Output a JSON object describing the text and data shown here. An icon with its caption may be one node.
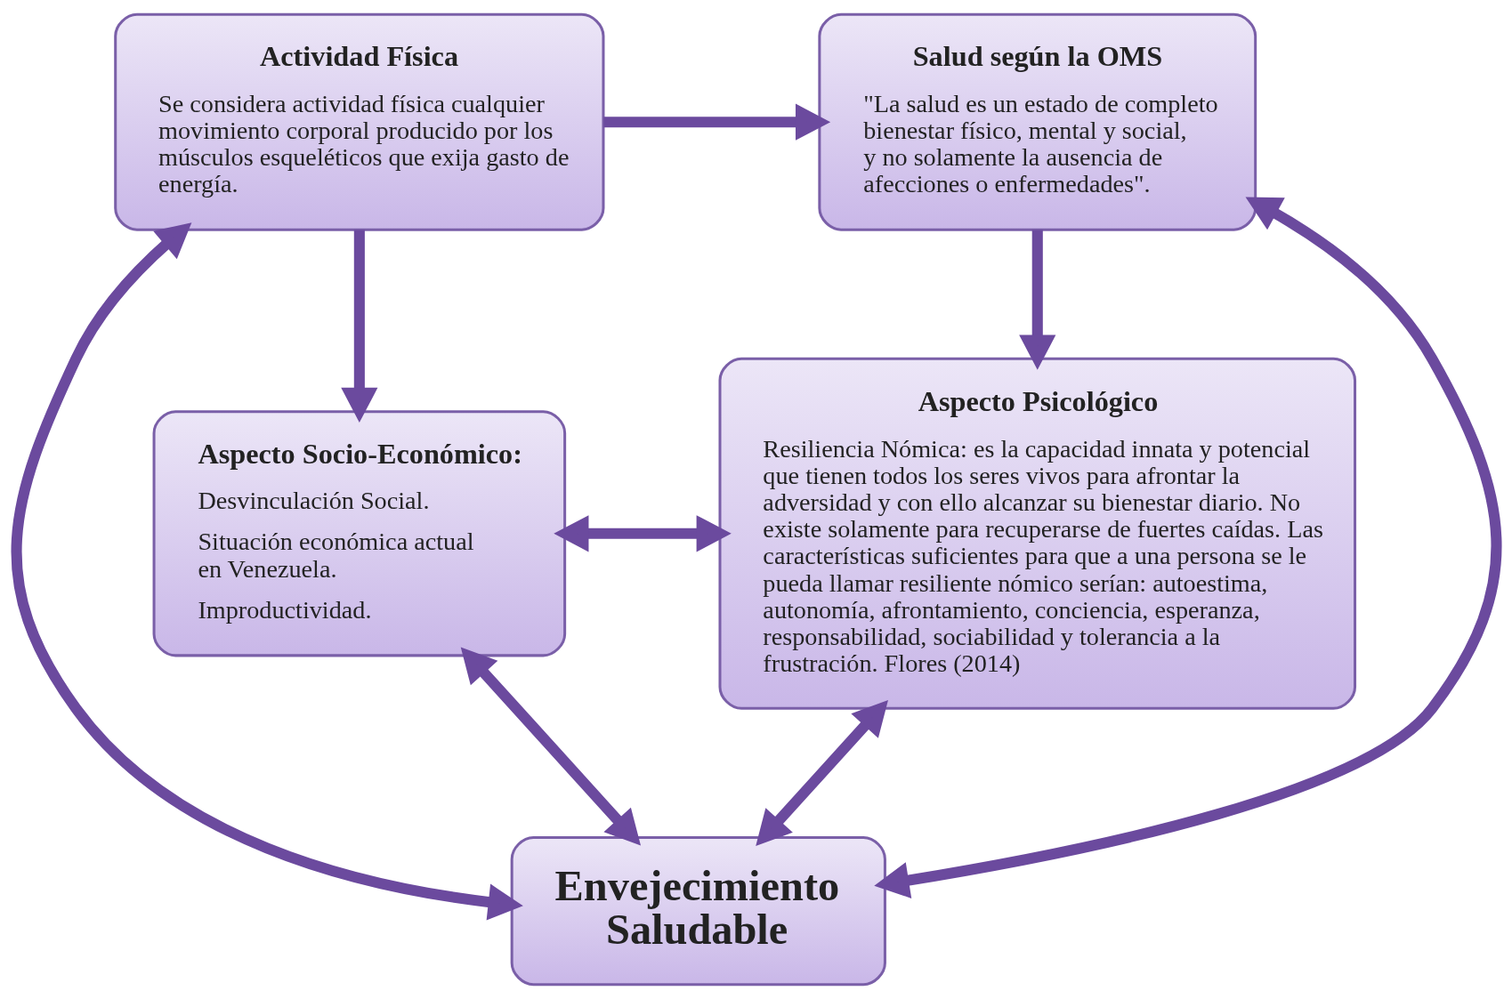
{
  "diagram": {
    "nodes": [
      {
        "text": [
          "Actividad Física",
          "Se considera actividad física cualquier movimiento corporal producido por los músculos esqueléticos que exija gasto de energía."
        ]
      },
      {
        "text": [
          "Salud según la OMS",
          "\"La salud es un estado de completo bienestar físico, mental y social, y no solamente la ausencia de afecciones o enfermedades\"."
        ]
      },
      {
        "text": [
          "Envejecimiento Saludable"
        ]
      },
      {
        "text": [
          "Aspecto Socio-Económico:",
          "Desvinculación Social.",
          "Situación económica actual en Venezuela.",
          "Improductividad."
        ]
      },
      {
        "text": [
          "Aspecto Psicológico",
          "Resiliencia Nómica: es la capacidad innata y potencial que tienen todos los seres vivos para afrontar la adversidad y con ello alcanzar su bienestar diario. No existe solamente para recuperarse de fuertes caídas. Las características suficientes para que a una persona se le pueda llamar resiliente nómico serían: autoestima, autonomía, afrontamiento, conciencia, esperanza, responsabilidad, sociabilidad y tolerancia a la frustración. Flores (2014)"
        ]
      }
    ],
    "edges": [
      {
        "from": 0,
        "to": 1,
        "arrow": "to"
      },
      {
        "from": 0,
        "to": 3,
        "arrow": "to"
      },
      {
        "from": 1,
        "to": 4,
        "arrow": "to"
      },
      {
        "from": 2,
        "to": 0,
        "arrow": "both"
      },
      {
        "from": 2,
        "to": 1,
        "arrow": "both"
      },
      {
        "from": 3,
        "to": 2,
        "arrow": "both"
      },
      {
        "from": 2,
        "to": 4,
        "arrow": "both"
      },
      {
        "from": 3,
        "to": 4,
        "arrow": "both"
      }
    ]
  }
}
